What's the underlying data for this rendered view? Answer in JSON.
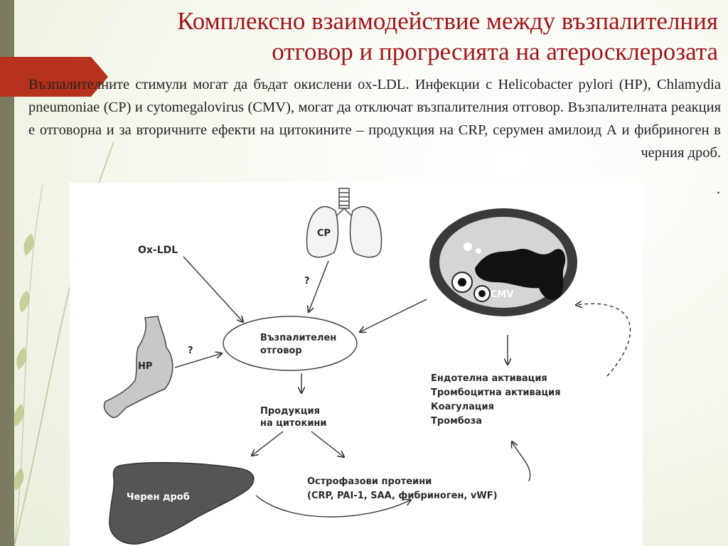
{
  "slide": {
    "title_line1": "Комплексно взаимодействие между възпалителния",
    "title_line2": "отговор и прогресията на атеросклерозата",
    "description": "Възпалителните стимули могат да бъдат окислени ox-LDL. Инфекции с Helicobacter pylori (HP), Chlamydia pneumoniae (CP) и cytomegalovirus (CMV), могат да отключат възпалителния отговор. Възпалителната реакция е отговорна и за вторичните ефекти на цитокините – продукция на CRP, серумен амилоид А и фибриноген в черния дроб.",
    "trailing_dot": "."
  },
  "diagram": {
    "oxldl": "Ox-LDL",
    "cp": "CP",
    "q_cp": "?",
    "hp": "HP",
    "q_hp": "?",
    "cmv": "CMV",
    "inflammation_line1": "Възпалителен",
    "inflammation_line2": "отговор",
    "cytokines_line1": "Продукция",
    "cytokines_line2": "на цитокини",
    "liver": "Черен дроб",
    "acute_line1": "Острофазови протеини",
    "acute_line2": "(CRP, PAI-1, SAA, фибриноген, vWF)",
    "effects": [
      "Ендотелна активация",
      "Тромбоцитна активация",
      "Коагулация",
      "Тромбоза"
    ]
  },
  "colors": {
    "title": "#a2141b",
    "accent_tab": "#b5321c",
    "strip": "#7d7b5f",
    "liver": "#555555",
    "organ_fill": "#c8c8c8"
  }
}
